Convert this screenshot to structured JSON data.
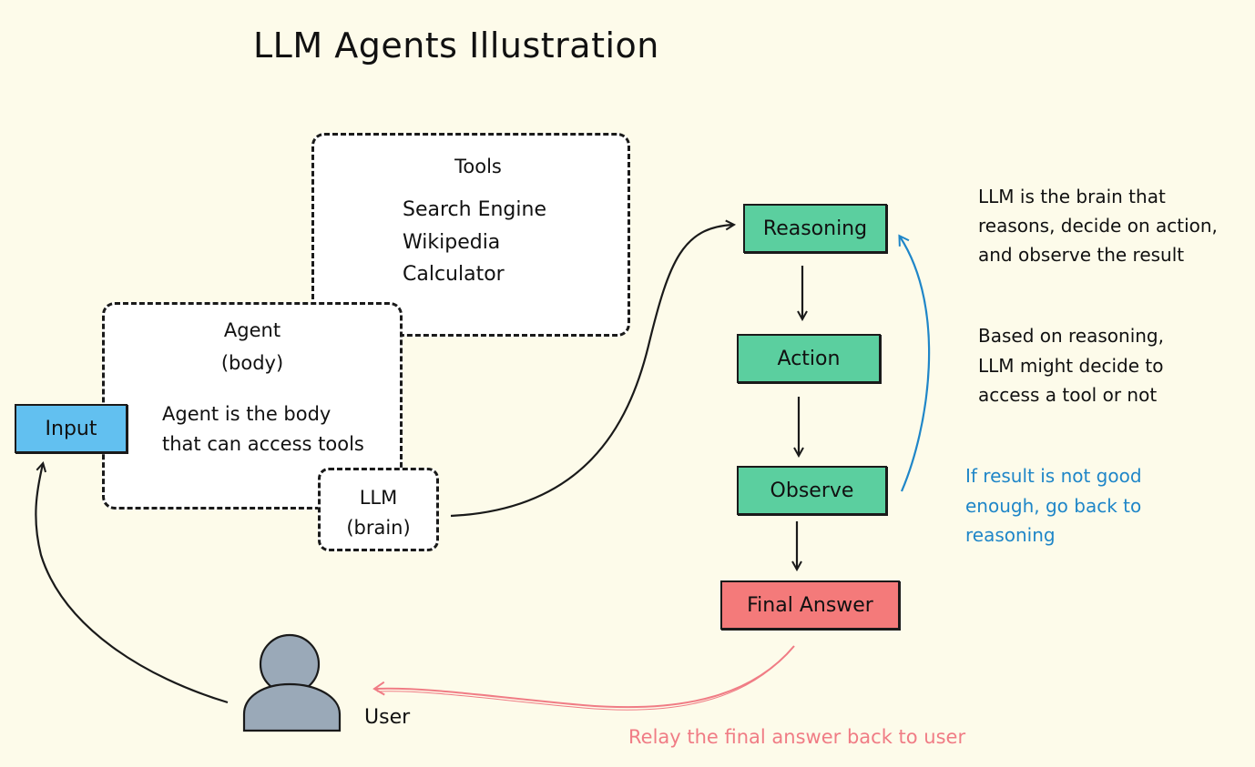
{
  "title": "LLM Agents Illustration",
  "tools": {
    "heading": "Tools",
    "items": [
      "Search Engine",
      "Wikipedia",
      "Calculator"
    ]
  },
  "agent": {
    "heading_line1": "Agent",
    "heading_line2": "(body)",
    "desc_line1": "Agent is the body",
    "desc_line2": "that can access tools"
  },
  "llm": {
    "line1": "LLM",
    "line2": "(brain)"
  },
  "input_label": "Input",
  "flow": {
    "reasoning": "Reasoning",
    "action": "Action",
    "observe": "Observe",
    "final_answer": "Final Answer"
  },
  "notes": {
    "brain": [
      "LLM is the brain that",
      "reasons, decide on action,",
      "and observe the result"
    ],
    "reasoning": [
      "Based on reasoning,",
      "LLM might decide to",
      "access a tool or not"
    ],
    "retry": [
      "If result is not good",
      "enough, go back to",
      "reasoning"
    ],
    "relay": "Relay the final answer back to user"
  },
  "user_label": "User",
  "colors": {
    "background": "#fdfbea",
    "green": "#5bcf9f",
    "blue": "#62c0f0",
    "red": "#f47a7a",
    "retry_text": "#1f86c8",
    "relay_text": "#f07c85",
    "user_icon": "#9aa9b8"
  }
}
